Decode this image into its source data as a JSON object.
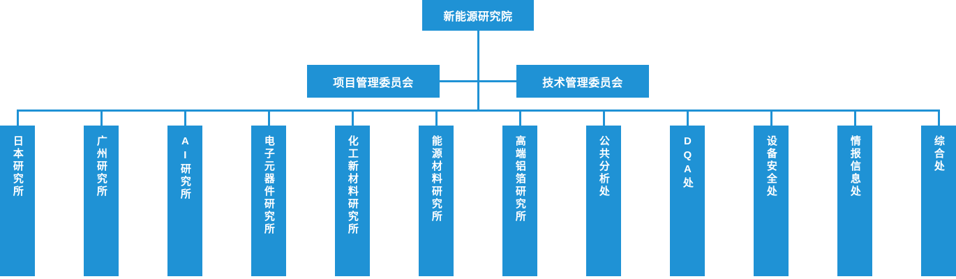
{
  "chart_meta": {
    "type": "org-chart",
    "accent_color": "#1f92d5",
    "text_color": "#ffffff",
    "background_color": "#ffffff",
    "orientation": "top-down",
    "levels": 3
  },
  "root": {
    "label": "新能源研究院"
  },
  "committees": [
    {
      "label": "项目管理委员会"
    },
    {
      "label": "技术管理委员会"
    }
  ],
  "departments": [
    {
      "label": "日本研究所"
    },
    {
      "label": "广州研究所"
    },
    {
      "label": "AI研究所"
    },
    {
      "label": "电子元器件研究所"
    },
    {
      "label": "化工新材料研究所"
    },
    {
      "label": "能源材料研究所"
    },
    {
      "label": "高端铝箔研究所"
    },
    {
      "label": "公共分析处"
    },
    {
      "label": "DQA处"
    },
    {
      "label": "设备安全处"
    },
    {
      "label": "情报信息处"
    },
    {
      "label": "综合处"
    }
  ]
}
